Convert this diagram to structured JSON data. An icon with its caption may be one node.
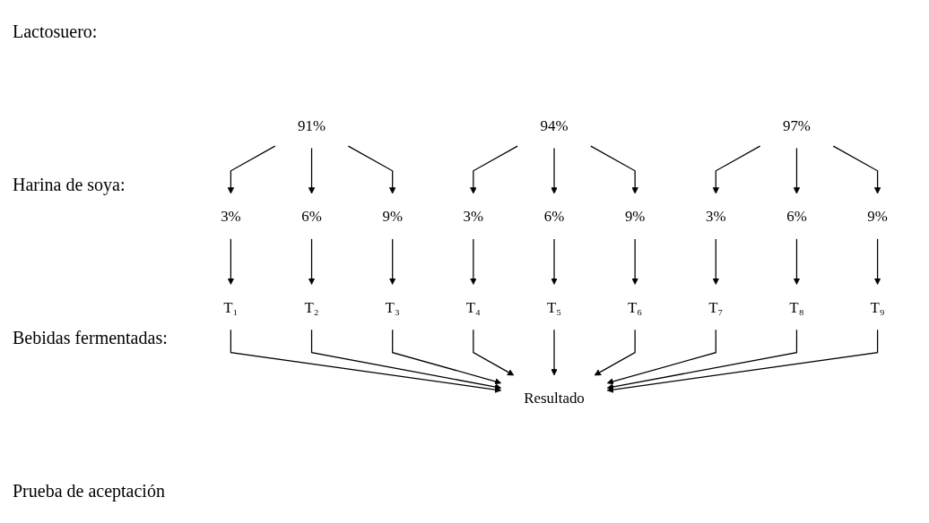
{
  "diagram": {
    "nodes": [
      {
        "text": [
          "91%"
        ]
      },
      {
        "text": [
          "94%"
        ]
      },
      {
        "text": [
          "97%"
        ]
      },
      {
        "text": [
          "3%"
        ]
      },
      {
        "text": [
          "6%"
        ]
      },
      {
        "text": [
          "9%"
        ]
      },
      {
        "text": [
          "3%"
        ]
      },
      {
        "text": [
          "6%"
        ]
      },
      {
        "text": [
          "9%"
        ]
      },
      {
        "text": [
          "3%"
        ]
      },
      {
        "text": [
          "6%"
        ]
      },
      {
        "text": [
          "9%"
        ]
      },
      {
        "text": [
          "T₁"
        ]
      },
      {
        "text": [
          "T₂"
        ]
      },
      {
        "text": [
          "T₃"
        ]
      },
      {
        "text": [
          "T₄"
        ]
      },
      {
        "text": [
          "T₅"
        ]
      },
      {
        "text": [
          "T₆"
        ]
      },
      {
        "text": [
          "T₇"
        ]
      },
      {
        "text": [
          "T₈"
        ]
      },
      {
        "text": [
          "T₉"
        ]
      },
      {
        "text": [
          "Resultado"
        ]
      }
    ],
    "edges": [
      {
        "from": 0,
        "to": 3,
        "arrow": "to"
      },
      {
        "from": 0,
        "to": 4,
        "arrow": "to"
      },
      {
        "from": 0,
        "to": 5,
        "arrow": "to"
      },
      {
        "from": 1,
        "to": 6,
        "arrow": "to"
      },
      {
        "from": 1,
        "to": 7,
        "arrow": "to"
      },
      {
        "from": 1,
        "to": 8,
        "arrow": "to"
      },
      {
        "from": 2,
        "to": 9,
        "arrow": "to"
      },
      {
        "from": 2,
        "to": 10,
        "arrow": "to"
      },
      {
        "from": 2,
        "to": 11,
        "arrow": "to"
      },
      {
        "from": 3,
        "to": 12,
        "arrow": "to"
      },
      {
        "from": 4,
        "to": 13,
        "arrow": "to"
      },
      {
        "from": 5,
        "to": 14,
        "arrow": "to"
      },
      {
        "from": 6,
        "to": 15,
        "arrow": "to"
      },
      {
        "from": 7,
        "to": 16,
        "arrow": "to"
      },
      {
        "from": 8,
        "to": 17,
        "arrow": "to"
      },
      {
        "from": 9,
        "to": 18,
        "arrow": "to"
      },
      {
        "from": 10,
        "to": 19,
        "arrow": "to"
      },
      {
        "from": 11,
        "to": 20,
        "arrow": "to"
      },
      {
        "from": 12,
        "to": 21,
        "arrow": "to"
      },
      {
        "from": 13,
        "to": 21,
        "arrow": "to"
      },
      {
        "from": 14,
        "to": 21,
        "arrow": "to"
      },
      {
        "from": 15,
        "to": 21,
        "arrow": "to"
      },
      {
        "from": 16,
        "to": 21,
        "arrow": "to"
      },
      {
        "from": 17,
        "to": 21,
        "arrow": "to"
      },
      {
        "from": 18,
        "to": 21,
        "arrow": "to"
      },
      {
        "from": 19,
        "to": 21,
        "arrow": "to"
      },
      {
        "from": 20,
        "to": 21,
        "arrow": "to"
      }
    ],
    "labels": [
      "Lactosuero:",
      "Harina de soya:",
      "Bebidas fermentadas:",
      "Prueba de aceptación"
    ]
  }
}
